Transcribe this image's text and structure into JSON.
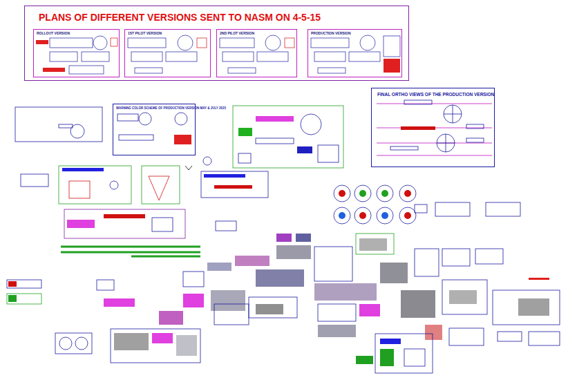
{
  "diagram": {
    "nodes": [
      {
        "text": [
          "PLANS OF DIFFERENT VERSIONS SENT TO NASM ON 4-5-15"
        ]
      },
      {
        "text": [
          "ROLLOUT VERSION"
        ],
        "in": 0
      },
      {
        "text": [
          "1ST PILOT VERSION"
        ],
        "in": 0
      },
      {
        "text": [
          "2ND PILOT VERSION"
        ],
        "in": 0
      },
      {
        "text": [
          "PRODUCTION VERSION"
        ],
        "in": 0
      },
      {
        "text": [
          "WARNING COLOR SCHEME OF PRODUCTION VERSION MAY & JULY 2015"
        ]
      },
      {
        "text": [
          "FINAL ORTHO VIEWS OF THE PRODUCTION VERSION"
        ]
      }
    ]
  }
}
